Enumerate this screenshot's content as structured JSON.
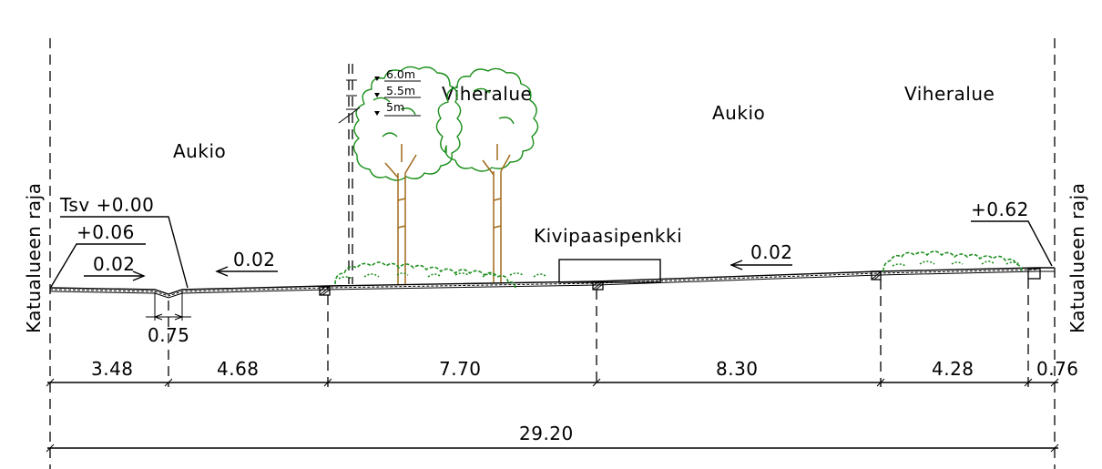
{
  "labels": {
    "aukio_left": "Aukio",
    "aukio_right": "Aukio",
    "viheralue_center": "Viheralue",
    "viheralue_right": "Viheralue",
    "kivipaasipenkki": "Kivipaasipenkki",
    "katualue_left": "Katualueen raja",
    "katualue_right": "Katualueen raja"
  },
  "elevations": {
    "tsv": "Tsv +0.00",
    "left_edge": "+0.06",
    "right_edge": "+0.62"
  },
  "slopes": {
    "left_a": "0.02",
    "left_b": "0.02",
    "right": "0.02"
  },
  "tree_heights": [
    "6.0m",
    "5.5m",
    "5m"
  ],
  "gutter_width": "0.75",
  "dimensions": {
    "segments": [
      "3.48",
      "4.68",
      "7.70",
      "8.30",
      "4.28",
      "0.76"
    ],
    "total": "29.20"
  },
  "colors": {
    "line": "#000000",
    "tree": "#1a8f1a",
    "trunk": "#a06a1a"
  }
}
